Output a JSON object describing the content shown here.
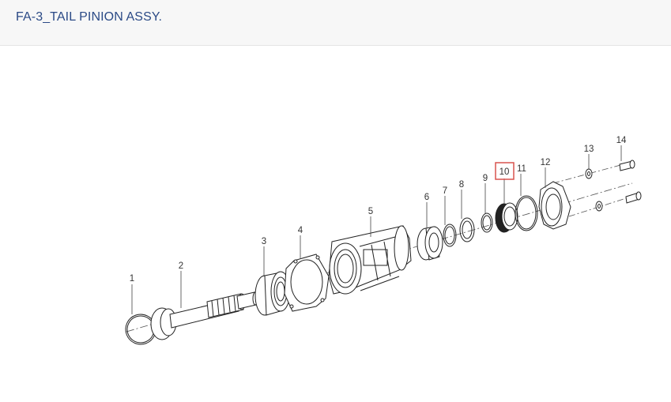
{
  "page": {
    "title": "FA-3_TAIL PINION ASSY."
  },
  "diagram": {
    "accent_color": "#d9534f",
    "highlighted_part": "10",
    "parts": [
      {
        "label": "1",
        "name": "o-ring"
      },
      {
        "label": "2",
        "name": "tail-pinion-shaft"
      },
      {
        "label": "3",
        "name": "ball-bearing"
      },
      {
        "label": "4",
        "name": "gasket"
      },
      {
        "label": "5",
        "name": "pinion-housing"
      },
      {
        "label": "6",
        "name": "bearing"
      },
      {
        "label": "7",
        "name": "ring"
      },
      {
        "label": "8",
        "name": "ring"
      },
      {
        "label": "9",
        "name": "snap-ring"
      },
      {
        "label": "10",
        "name": "oil-seal"
      },
      {
        "label": "11",
        "name": "o-ring"
      },
      {
        "label": "12",
        "name": "cover"
      },
      {
        "label": "13",
        "name": "washer"
      },
      {
        "label": "14",
        "name": "bolt"
      }
    ]
  }
}
